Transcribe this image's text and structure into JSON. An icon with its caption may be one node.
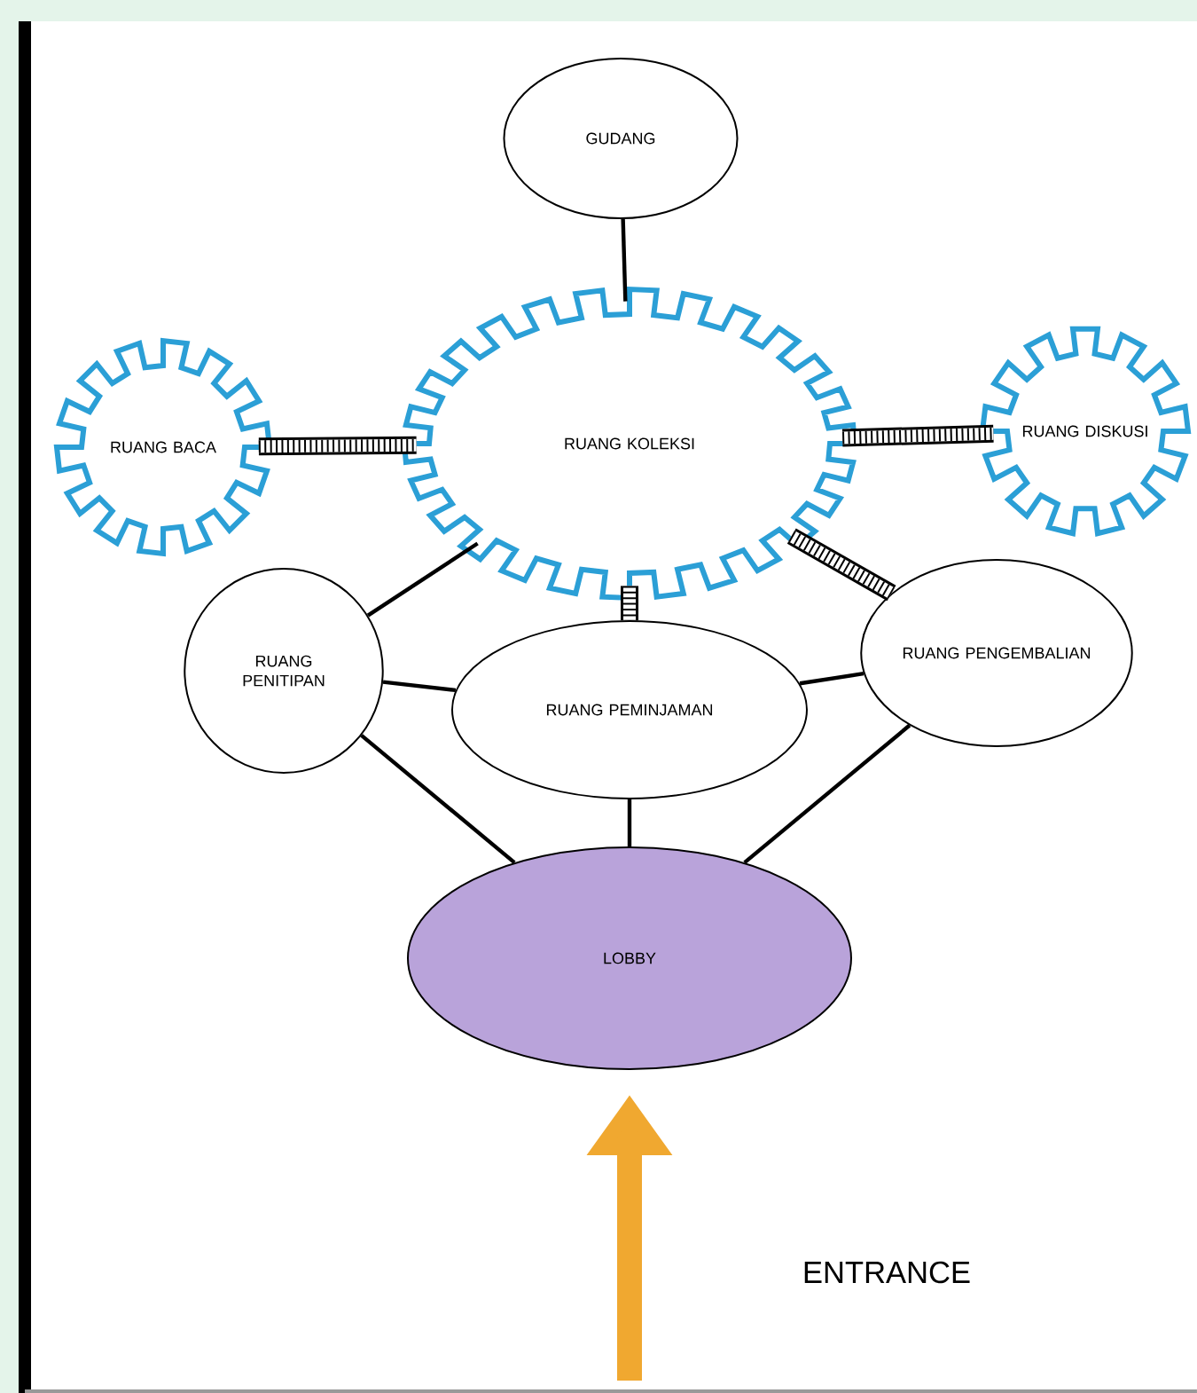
{
  "diagram": {
    "nodes": [
      {
        "text": [
          "GUDANG"
        ]
      },
      {
        "text": [
          "RUANG BACA"
        ]
      },
      {
        "text": [
          "RUANG KOLEKSI"
        ]
      },
      {
        "text": [
          "RUANG DISKUSI"
        ]
      },
      {
        "text": [
          "RUANG PENITIPAN"
        ]
      },
      {
        "text": [
          "RUANG PEMINJAMAN"
        ]
      },
      {
        "text": [
          "RUANG PENGEMBALIAN"
        ]
      },
      {
        "text": [
          "LOBBY"
        ]
      }
    ],
    "edges": [
      {
        "from": 0,
        "to": 2,
        "arrow": "none"
      },
      {
        "from": 1,
        "to": 2,
        "arrow": "none",
        "style": "thick"
      },
      {
        "from": 2,
        "to": 3,
        "arrow": "none",
        "style": "thick"
      },
      {
        "from": 2,
        "to": 4,
        "arrow": "none"
      },
      {
        "from": 2,
        "to": 5,
        "arrow": "none",
        "style": "thick"
      },
      {
        "from": 2,
        "to": 6,
        "arrow": "none",
        "style": "thick"
      },
      {
        "from": 4,
        "to": 5,
        "arrow": "none"
      },
      {
        "from": 5,
        "to": 6,
        "arrow": "none"
      },
      {
        "from": 4,
        "to": 7,
        "arrow": "none"
      },
      {
        "from": 5,
        "to": 7,
        "arrow": "none"
      },
      {
        "from": 6,
        "to": 7,
        "arrow": "none"
      },
      {
        "from": null,
        "to": 7,
        "arrow": "to",
        "style": "thick",
        "color": "#f0a830"
      }
    ],
    "labels": [
      "ENTRANCE"
    ]
  }
}
